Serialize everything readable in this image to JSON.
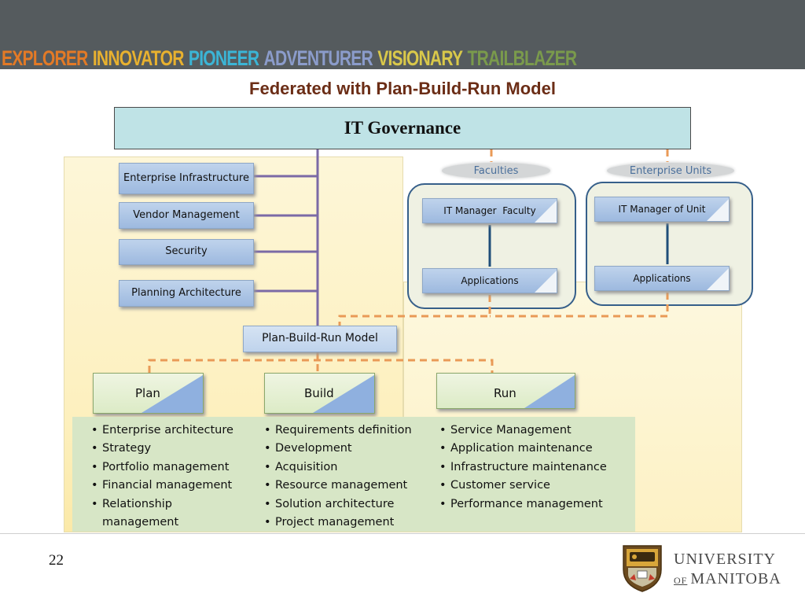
{
  "banner": {
    "tagline": [
      {
        "text": "EXPLORER",
        "color": "#e37a26"
      },
      {
        "text": "INNOVATOR",
        "color": "#e8b12f"
      },
      {
        "text": "PIONEER",
        "color": "#3bb5d6"
      },
      {
        "text": "ADVENTURER",
        "color": "#8b9ccb"
      },
      {
        "text": "VISIONARY",
        "color": "#d9c84a"
      },
      {
        "text": "TRAILBLAZER",
        "color": "#7a9a4c"
      }
    ]
  },
  "slide_title": "Federated with Plan-Build-Run Model",
  "governance": "IT Governance",
  "central_services": [
    "Enterprise Infrastructure",
    "Vendor Management",
    "Security",
    "Planning Architecture"
  ],
  "faculties": {
    "label": "Faculties",
    "manager": "IT Manager  Faculty",
    "applications": "Applications"
  },
  "enterprise_units": {
    "label": "Enterprise Units",
    "manager": "IT Manager of Unit",
    "applications": "Applications"
  },
  "model": "Plan-Build-Run Model",
  "phases": {
    "plan": {
      "label": "Plan",
      "items": [
        "Enterprise architecture",
        "Strategy",
        "Portfolio management",
        "Financial management",
        "Relationship management"
      ]
    },
    "build": {
      "label": "Build",
      "items": [
        "Requirements definition",
        "Development",
        "Acquisition",
        "Resource management",
        "Solution architecture",
        "Project management"
      ]
    },
    "run": {
      "label": "Run",
      "items": [
        "Service Management",
        "Application maintenance",
        "Infrastructure maintenance",
        "Customer service",
        "Performance management"
      ]
    }
  },
  "footer": {
    "page_number": "22",
    "university_line1": "UNIVERSITY",
    "university_of": "OF",
    "university_line2": "MANITOBA"
  },
  "colors": {
    "title": "#6b2d16",
    "banner": "#555b5e",
    "governance_fill": "#bfe3e6",
    "connector_solid": "#7b6aa6",
    "connector_dashed": "#e99a57",
    "group_border": "#365f8a"
  }
}
